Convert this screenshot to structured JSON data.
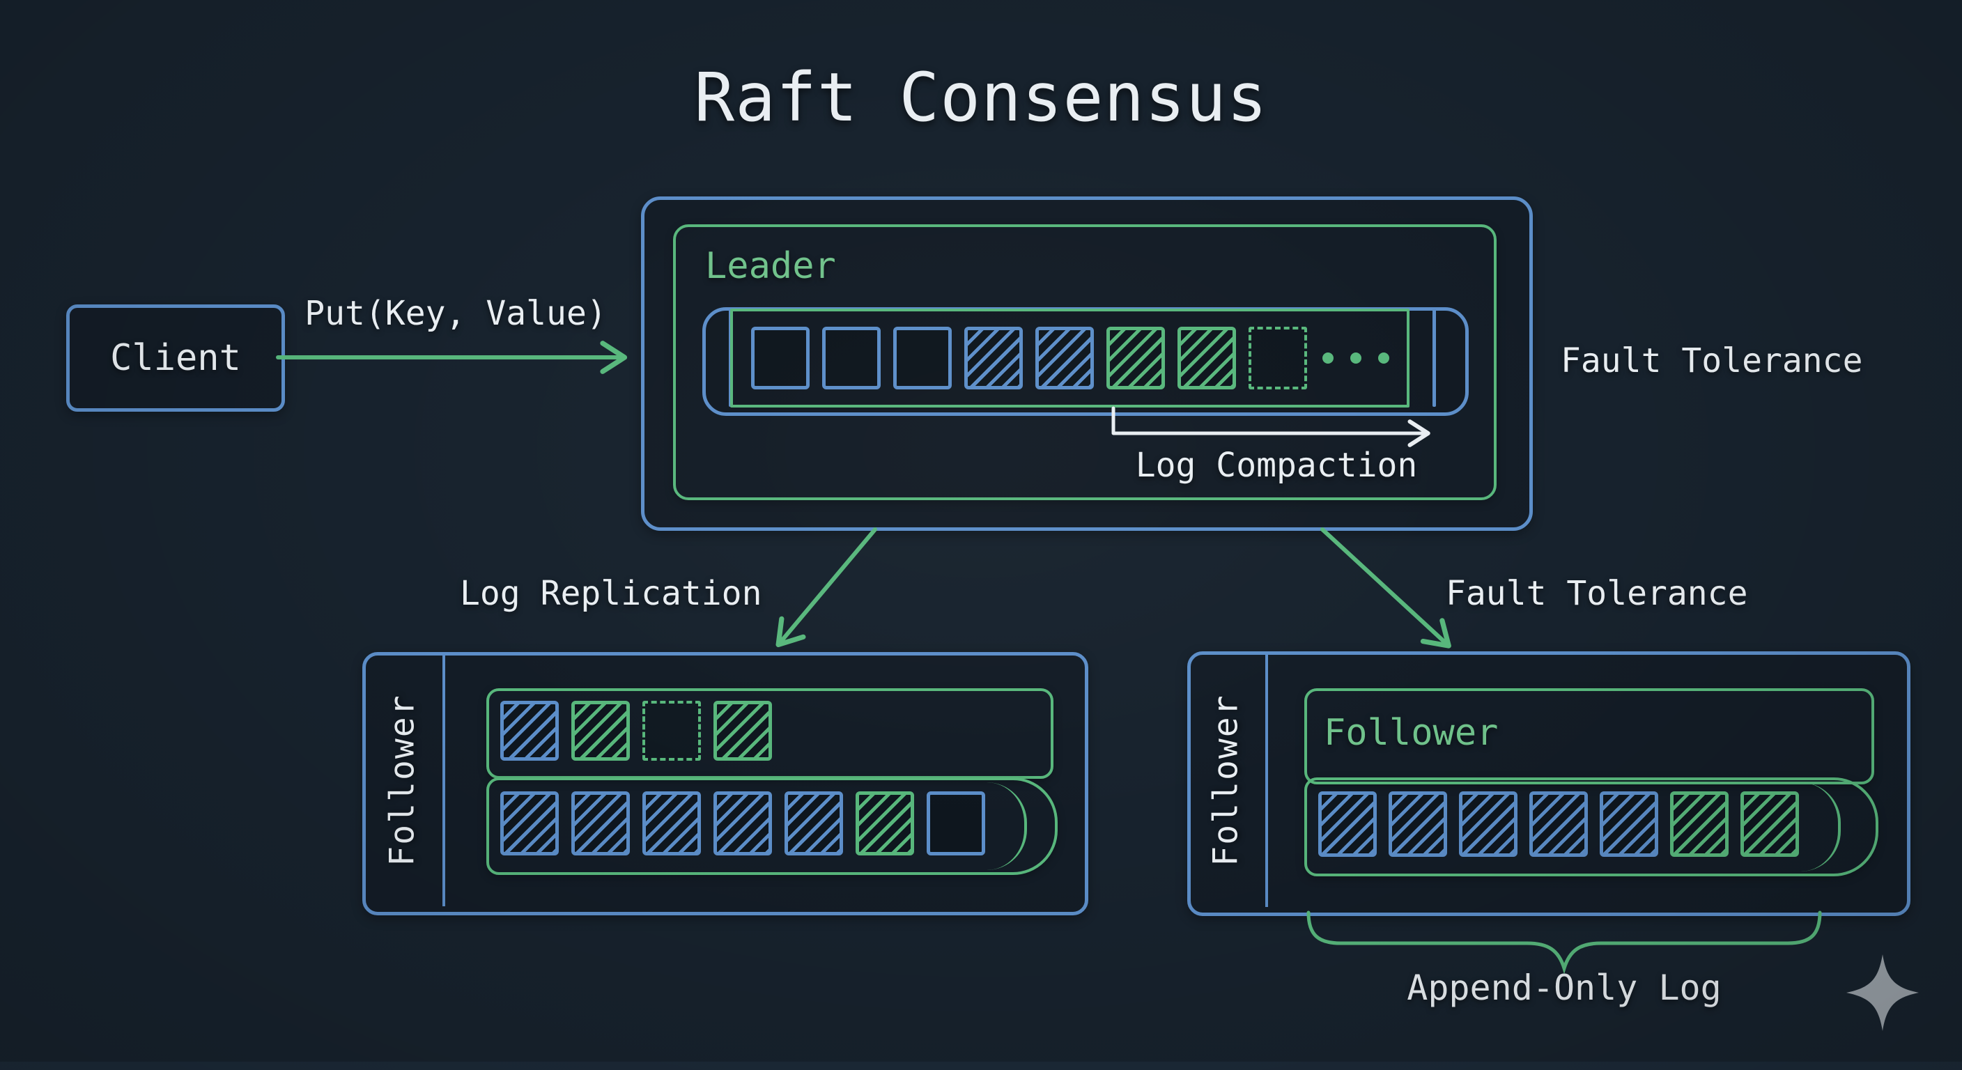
{
  "title": "Raft Consensus",
  "colors": {
    "background": "#17222d",
    "blue": "#5c8ec9",
    "green": "#58b77c",
    "green_text": "#70c28b",
    "white": "#e9eef2",
    "sparkle": "#9aa2a9"
  },
  "client": {
    "label": "Client"
  },
  "request_arrow": {
    "label": "Put(Key, Value)"
  },
  "leader": {
    "label": "Leader",
    "log_cells": [
      "blue-empty",
      "blue-empty",
      "blue-empty",
      "blue-hatched",
      "blue-hatched",
      "green-hatched",
      "green-hatched",
      "green-dashed"
    ],
    "ellipsis": [
      "dot",
      "dot",
      "dot"
    ],
    "compaction_label": "Log Compaction"
  },
  "fault_tolerance_side_label": "Fault Tolerance",
  "replication_arrow": {
    "label": "Log Replication"
  },
  "fault_arrow": {
    "label": "Fault Tolerance"
  },
  "follower_left": {
    "side_label": "Follower",
    "top_row": [
      "blue-hatched",
      "green-hatched",
      "green-dashed",
      "green-hatched"
    ],
    "bottom_row": [
      "blue-hatched",
      "blue-hatched",
      "blue-hatched",
      "blue-hatched",
      "blue-hatched",
      "green-hatched",
      "blue-empty"
    ]
  },
  "follower_right": {
    "side_label": "Follower",
    "label": "Follower",
    "log_row": [
      "blue-hatched",
      "blue-hatched",
      "blue-hatched",
      "blue-hatched",
      "blue-hatched",
      "green-hatched",
      "green-hatched"
    ]
  },
  "append_only": {
    "label": "Append-Only Log"
  },
  "sparkle_icon": "four-point-sparkle"
}
